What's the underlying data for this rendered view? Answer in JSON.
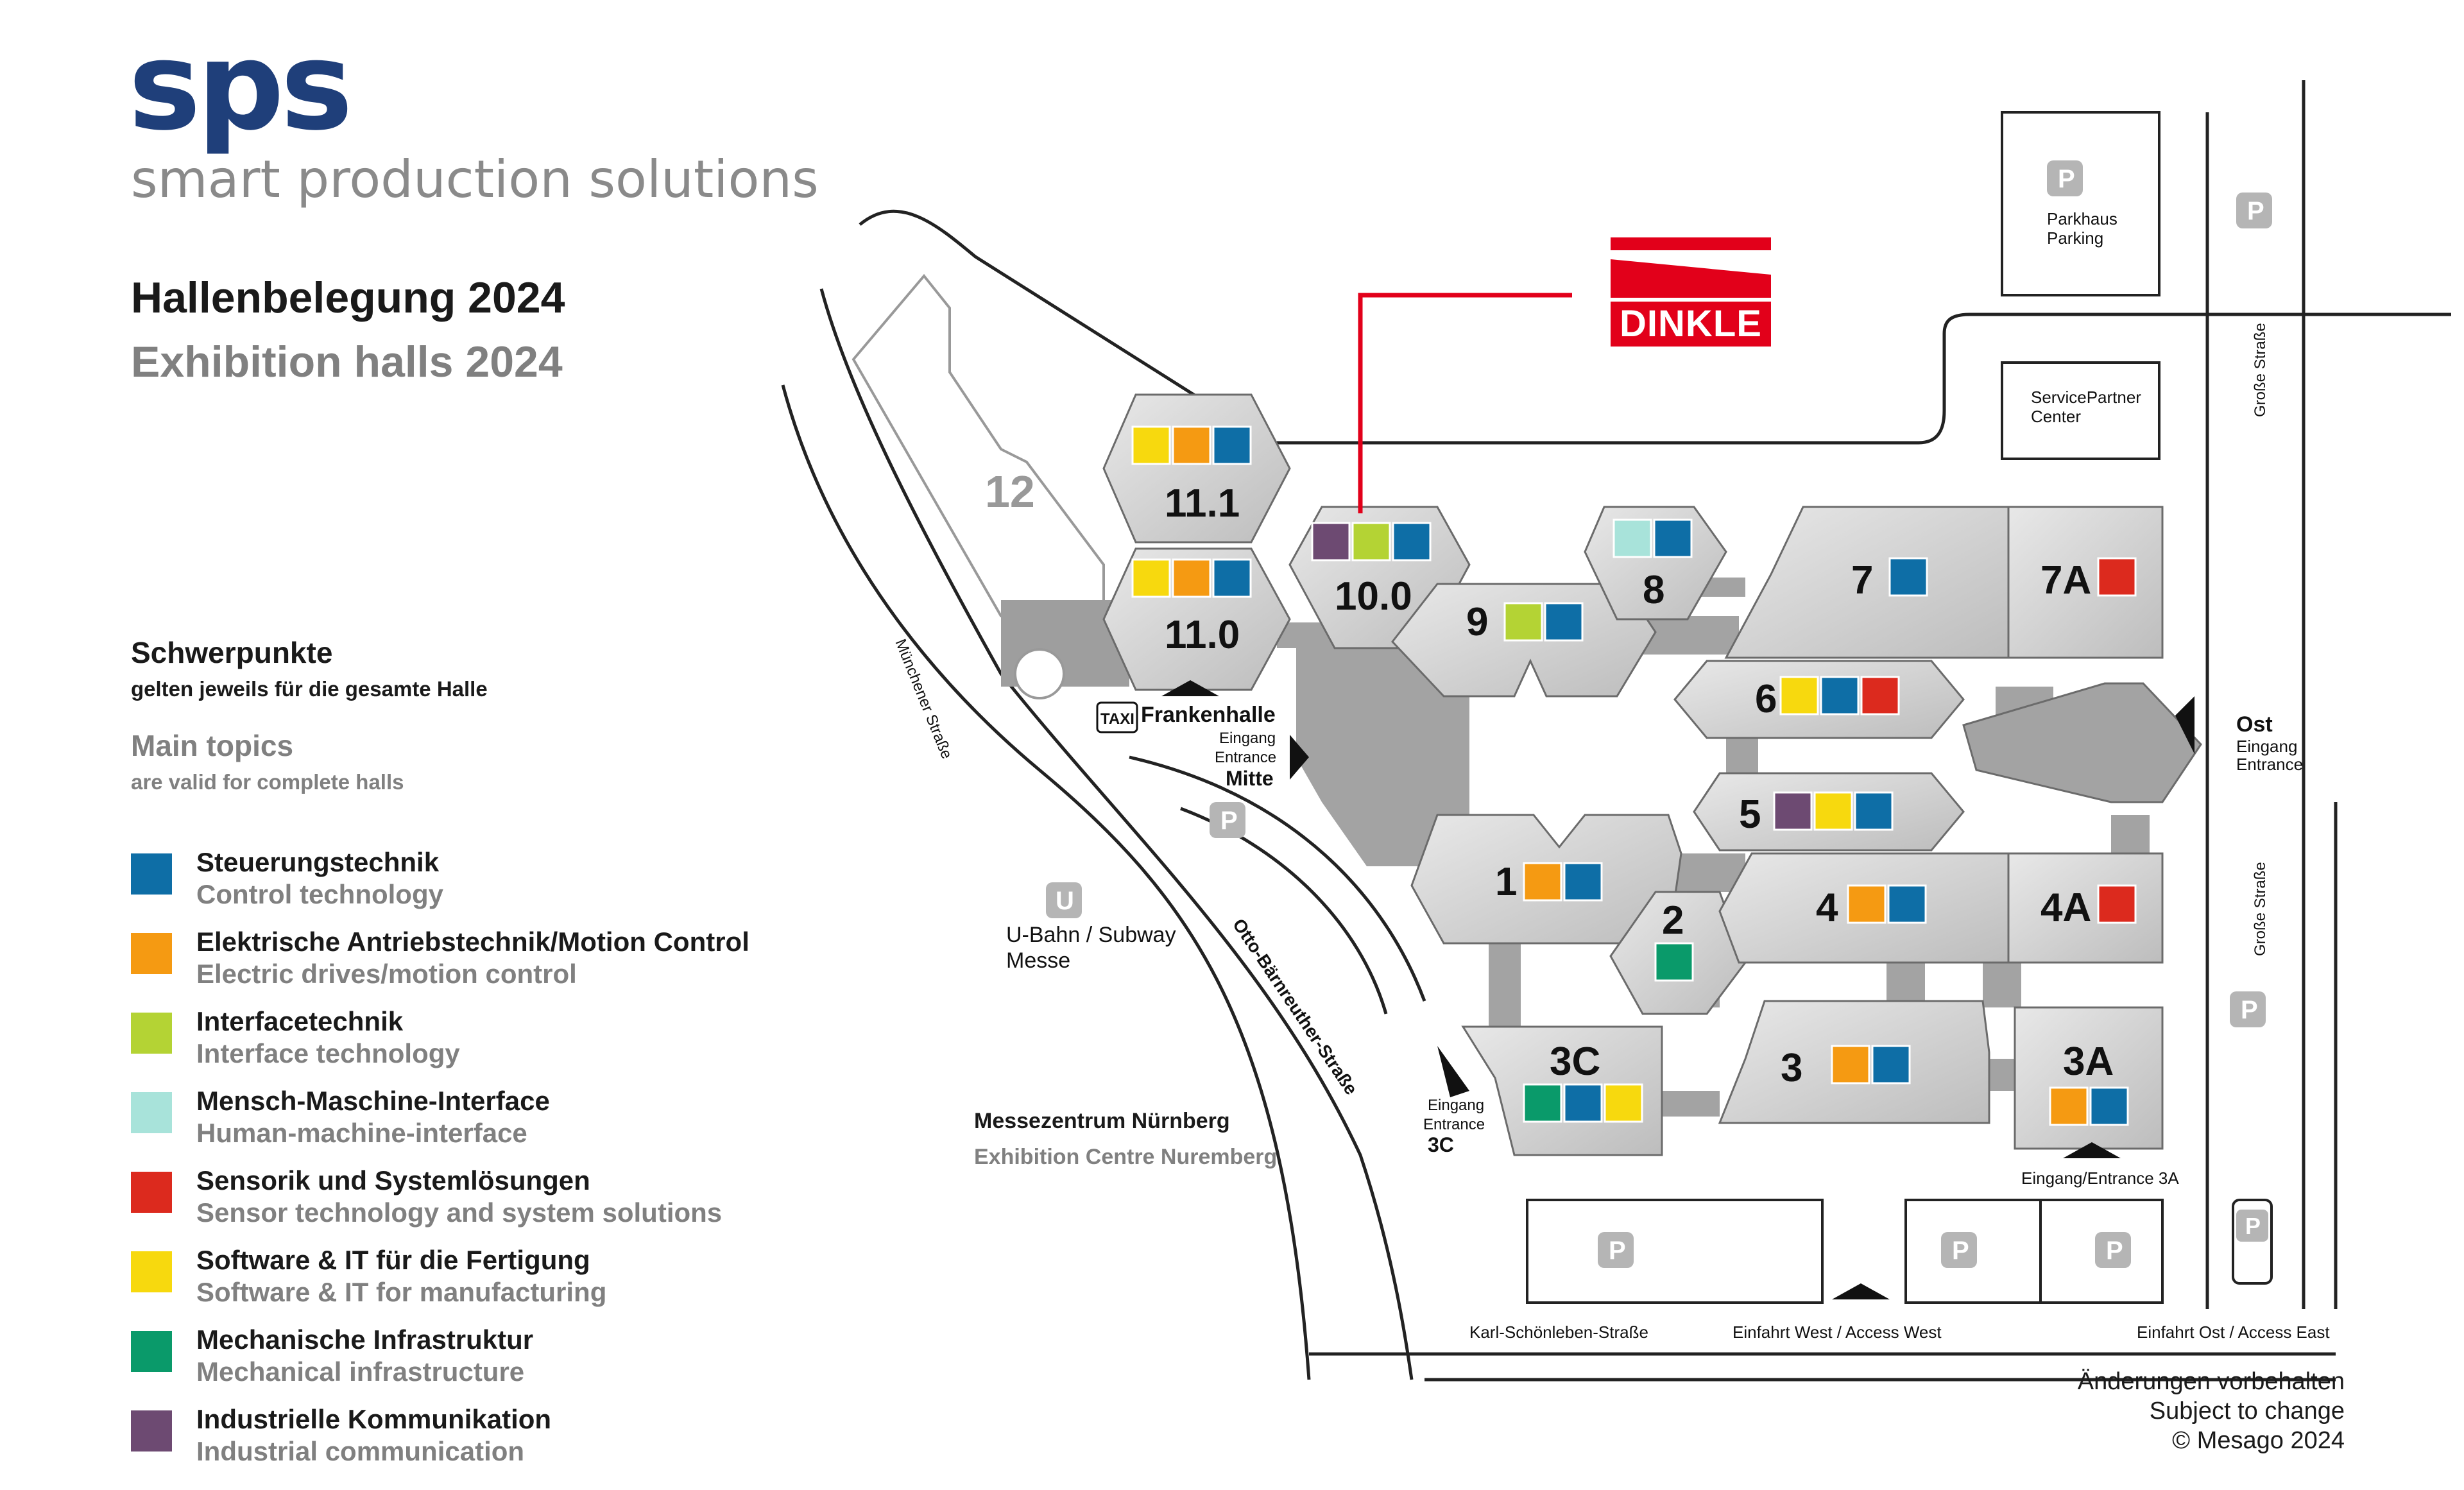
{
  "header": {
    "logo_text": "sps",
    "logo_subtitle": "smart production solutions",
    "title_de": "Hallenbelegung 2024",
    "title_en": "Exhibition halls 2024"
  },
  "focus": {
    "title_de": "Schwerpunkte",
    "subtitle_de": "gelten jeweils für die gesamte Halle",
    "title_en": "Main topics",
    "subtitle_en": "are valid for complete halls"
  },
  "legend": [
    {
      "de": "Steuerungstechnik",
      "en": "Control technology",
      "color": "#0e6ea6"
    },
    {
      "de": "Elektrische Antriebstechnik/Motion Control",
      "en": "Electric drives/motion control",
      "color": "#f59a12"
    },
    {
      "de": "Interfacetechnik",
      "en": "Interface technology",
      "color": "#b4d334"
    },
    {
      "de": "Mensch-Maschine-Interface",
      "en": "Human-machine-interface",
      "color": "#a8e3da"
    },
    {
      "de": "Sensorik und Systemlösungen",
      "en": "Sensor technology and system solutions",
      "color": "#dc2a1e"
    },
    {
      "de": "Software & IT für die Fertigung",
      "en": "Software & IT for manufacturing",
      "color": "#f7d90e"
    },
    {
      "de": "Mechanische Infrastruktur",
      "en": "Mechanical infrastructure",
      "color": "#0a9a6a"
    },
    {
      "de": "Industrielle Kommunikation",
      "en": "Industrial communication",
      "color": "#6d4a72"
    }
  ],
  "halls": {
    "h12": "12",
    "h11_1": "11.1",
    "h11_0": "11.0",
    "h10_0": "10.0",
    "h9": "9",
    "h8": "8",
    "h7": "7",
    "h7a": "7A",
    "h6": "6",
    "h5": "5",
    "h1": "1",
    "h2": "2",
    "h4": "4",
    "h4a": "4A",
    "h3c": "3C",
    "h3": "3",
    "h3a": "3A"
  },
  "map_labels": {
    "frankenhalle": "Frankenhalle",
    "eingang": "Eingang",
    "entrance": "Entrance",
    "mitte": "Mitte",
    "taxi": "TAXI",
    "subway_line1": "U-Bahn / Subway",
    "subway_line2": "Messe",
    "u_sign": "U",
    "p_sign": "P",
    "muenchener": "Münchener Straße",
    "otto": "Otto-Bärnreuther-Straße",
    "parkhaus": "Parkhaus",
    "parking": "Parking",
    "servicepartner": "ServicePartner",
    "center": "Center",
    "ost": "Ost",
    "grosse_strasse": "Große Straße",
    "entrance_3c": "3C",
    "entrance_3a": "Eingang/Entrance 3A",
    "karl": "Karl-Schönleben-Straße",
    "einfahrt_west": "Einfahrt West / Access West",
    "einfahrt_ost": "Einfahrt Ost / Access East"
  },
  "venue": {
    "de": "Messezentrum Nürnberg",
    "en": "Exhibition Centre Nuremberg"
  },
  "footer": {
    "line1": "Änderungen vorbehalten",
    "line2": "Subject to change",
    "line3": "© Mesago 2024"
  },
  "exhibitor": {
    "name": "DINKLE",
    "hall": "10.0"
  }
}
